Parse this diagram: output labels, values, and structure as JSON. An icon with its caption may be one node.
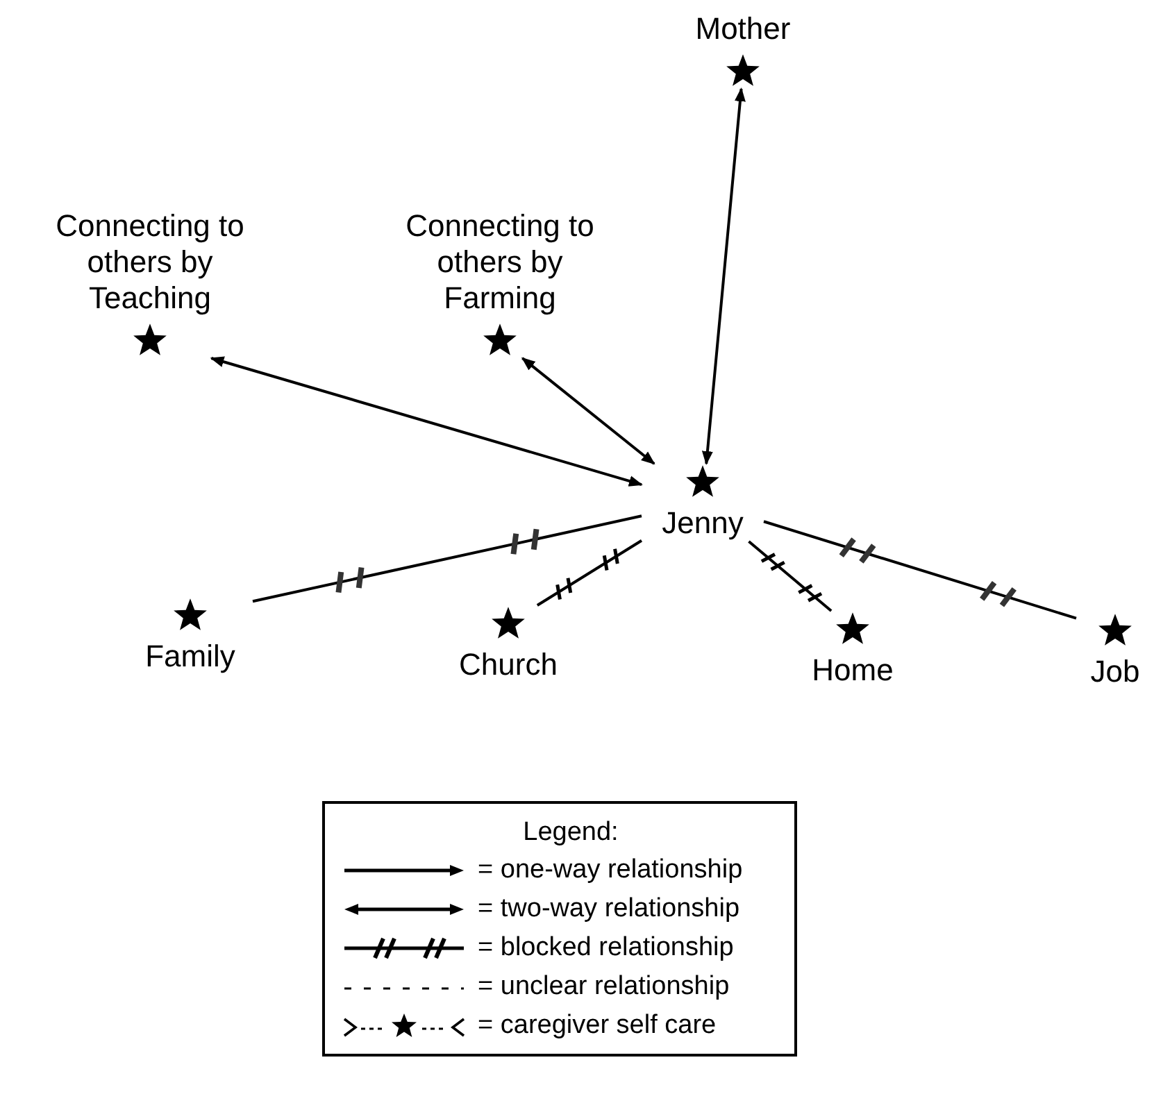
{
  "diagram": {
    "nodes": [
      {
        "text": [
          "Mother"
        ]
      },
      {
        "text": [
          "Connecting to others by Teaching"
        ]
      },
      {
        "text": [
          "Connecting to others by Farming"
        ]
      },
      {
        "text": [
          "Jenny"
        ]
      },
      {
        "text": [
          "Family"
        ]
      },
      {
        "text": [
          "Church"
        ]
      },
      {
        "text": [
          "Home"
        ]
      },
      {
        "text": [
          "Job"
        ]
      }
    ],
    "edges": [
      {
        "from": 3,
        "to": 0,
        "arrow": "both"
      },
      {
        "from": 3,
        "to": 1,
        "arrow": "both"
      },
      {
        "from": 3,
        "to": 2,
        "arrow": "both"
      },
      {
        "from": 3,
        "to": 4,
        "arrow": "none"
      },
      {
        "from": 3,
        "to": 5,
        "arrow": "none"
      },
      {
        "from": 3,
        "to": 6,
        "arrow": "none"
      },
      {
        "from": 3,
        "to": 7,
        "arrow": "none"
      }
    ],
    "labels": [
      "Legend:"
    ],
    "legend": [
      {
        "text": "= one-way relationship"
      },
      {
        "text": "= two-way relationship"
      },
      {
        "text": "= blocked relationship"
      },
      {
        "text": "= unclear relationship"
      },
      {
        "text": "= caregiver self care"
      }
    ]
  }
}
